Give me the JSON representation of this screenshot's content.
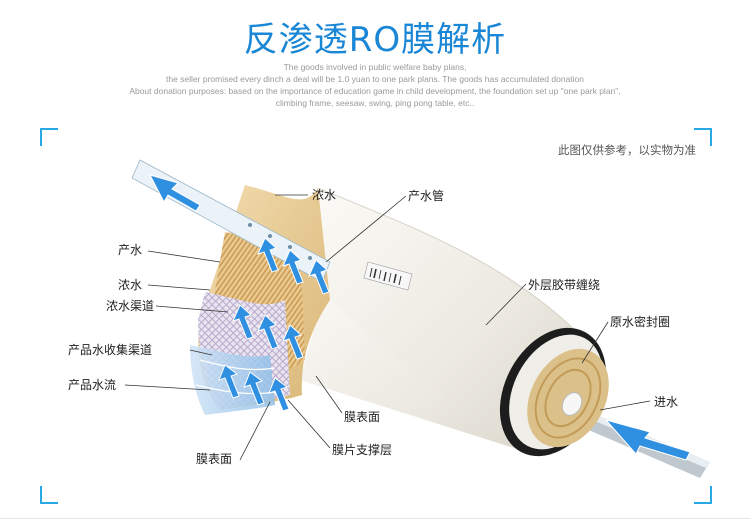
{
  "title": "反渗透RO膜解析",
  "subtitle_lines": [
    "The goods involved in public welfare baby plans,",
    "the seller promised every dinch a deal will be 1.0 yuan to one park plans. The goods has accumulated donation",
    "About donation purposes: based on the importance of education game in child development, the foundation set up \"one park plan\",",
    "climbing frame, seesaw, swing, ping pong table, etc.."
  ],
  "note": "此图仅供参考，以实物为准",
  "labels": {
    "concentrate_top": "浓水",
    "product_tube": "产水管",
    "product_water": "产水",
    "concentrate_mid": "浓水",
    "concentrate_channel": "浓水渠道",
    "product_collect_channel": "产品水收集渠道",
    "product_flow": "产品水流",
    "membrane_surface_bottom": "膜表面",
    "membrane_surface_right": "膜表面",
    "membrane_support": "膜片支撑层",
    "outer_tape": "外层胶带缠绕",
    "raw_water_seal": "原水密封圈",
    "feed_water": "进水"
  },
  "colors": {
    "title": "#1a86d6",
    "accent_frame": "#29a7e6",
    "arrow": "#2f8fe0",
    "membrane_tan": "#e8cf9c",
    "tube_white": "#f1efe9",
    "seal_black": "#1d1d1d"
  }
}
